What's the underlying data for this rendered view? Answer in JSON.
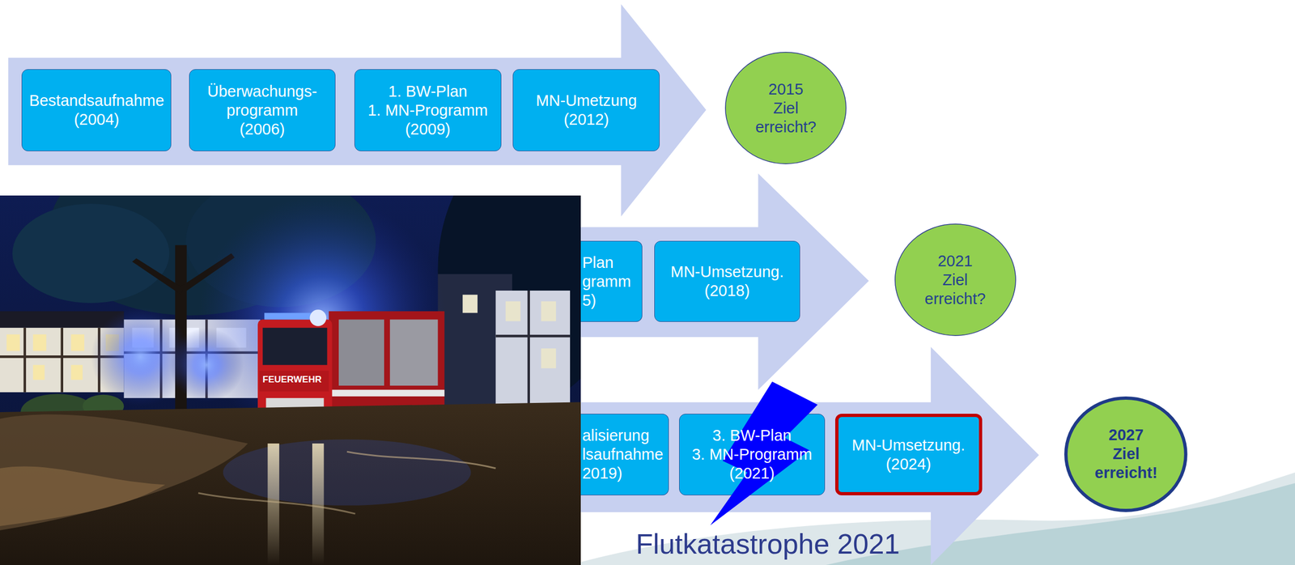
{
  "diagram": {
    "nodes": [
      {
        "text": [
          "Bestandsaufnahme (2004)"
        ]
      },
      {
        "text": [
          "Überwachungs- programm (2006)"
        ]
      },
      {
        "text": [
          "1. BW-Plan 1. MN-Programm (2009)"
        ]
      },
      {
        "text": [
          "MN-Umetzung (2012)"
        ]
      },
      {
        "text": [
          "2015 Ziel erreicht?"
        ]
      },
      {
        "text": [
          "Plan gramm 5)"
        ]
      },
      {
        "text": [
          "MN-Umsetzung. (2018)"
        ]
      },
      {
        "text": [
          "2021 Ziel erreicht?"
        ]
      },
      {
        "text": [
          "alisierung lsaufnahme 2019)"
        ]
      },
      {
        "text": [
          "3. BW-Plan 3. MN-Programm (2021)"
        ]
      },
      {
        "text": [
          "MN-Umsetzung. (2024)"
        ]
      },
      {
        "text": [
          "2027 Ziel erreicht!"
        ]
      }
    ],
    "labels": [
      "FEUERWEHR",
      "Flutkatastrophe 2021"
    ]
  }
}
